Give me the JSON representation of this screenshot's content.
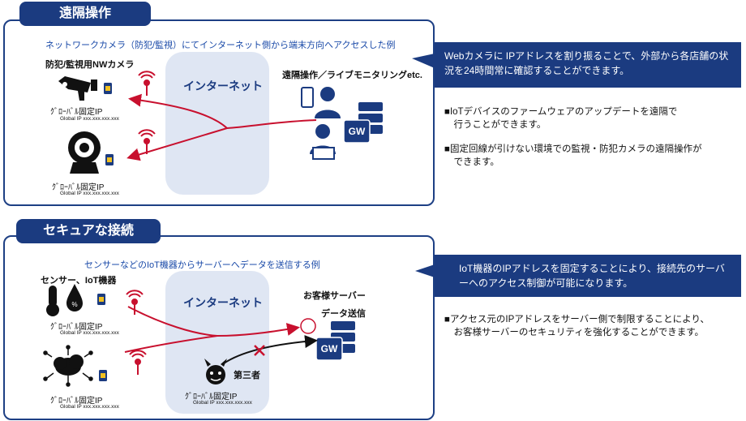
{
  "section1": {
    "tab": "遠隔操作",
    "subtitle": "ネットワークカメラ（防犯/監視）にてインターネット側から端末方向へアクセスした例",
    "device_title": "防犯/監視用NWカメラ",
    "cloud_label": "インターネット",
    "remote_label": "遠隔操作／ライブモニタリングetc.",
    "gw_label": "GW",
    "ip_label_1": "ｸﾞﾛｰﾊﾞﾙ固定IP",
    "ip_addr_1": "Global IP xxx.xxx.xxx.xxx",
    "ip_label_2": "ｸﾞﾛｰﾊﾞﾙ固定IP",
    "ip_addr_2": "Global IP xxx.xxx.xxx.xxx",
    "callout": "Webカメラに IPアドレスを割り振ることで、外部から各店舗の状況を24時間常に確認することができます。",
    "bullets": [
      "■IoTデバイスのファームウェアのアップデートを遠隔で\n　行うことができます。",
      "■固定回線が引けない環境での監視・防犯カメラの遠隔操作が\n　できます。"
    ]
  },
  "section2": {
    "tab": "セキュアな接続",
    "subtitle": "センサーなどのIoT機器からサーバーへデータを送信する例",
    "device_title": "センサー、IoT機器",
    "cloud_label": "インターネット",
    "server_title": "お客様サーバー",
    "data_label": "データ送信",
    "gw_label": "GW",
    "third_party": "第三者",
    "ip_label_1": "ｸﾞﾛｰﾊﾞﾙ固定IP",
    "ip_addr_1": "Global IP xxx.xxx.xxx.xxx",
    "ip_label_2": "ｸﾞﾛｰﾊﾞﾙ固定IP",
    "ip_addr_2": "Global IP xxx.xxx.xxx.xxx",
    "ip_label_3": "ｸﾞﾛｰﾊﾞﾙ固定IP",
    "ip_addr_3": "Global IP xxx.xxx.xxx.xxx",
    "callout": "IoT機器のIPアドレスを固定することにより、接続先のサーバーへのアクセス制御が可能になります。",
    "bullets": [
      "■アクセス元のIPアドレスをサーバー側で制限することにより、\n　お客様サーバーのセキュリティを強化することができます。"
    ]
  },
  "colors": {
    "navy": "#1b3b80",
    "cloud": "#dfe6f3",
    "arrow": "#c8102e",
    "text_blue": "#1a4aa8"
  }
}
